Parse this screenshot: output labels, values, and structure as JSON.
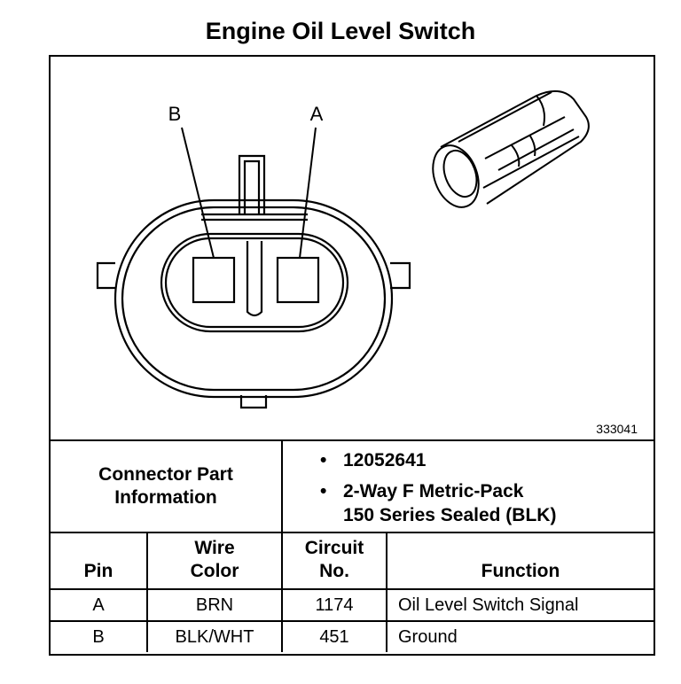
{
  "title": "Engine Oil Level Switch",
  "diagram": {
    "pin_labels": [
      "B",
      "A"
    ],
    "part_number": "333041"
  },
  "connector": {
    "label_line1": "Connector Part",
    "label_line2": "Information",
    "bullet": "•",
    "items": [
      "12052641",
      "2-Way F Metric-Pack",
      "150 Series Sealed (BLK)"
    ]
  },
  "table": {
    "headers": {
      "pin": "Pin",
      "wire_line1": "Wire",
      "wire_line2": "Color",
      "circuit_line1": "Circuit",
      "circuit_line2": "No.",
      "function": "Function"
    },
    "rows": [
      {
        "pin": "A",
        "wire": "BRN",
        "circuit": "1174",
        "function": "Oil Level Switch Signal"
      },
      {
        "pin": "B",
        "wire": "BLK/WHT",
        "circuit": "451",
        "function": "Ground"
      }
    ]
  }
}
